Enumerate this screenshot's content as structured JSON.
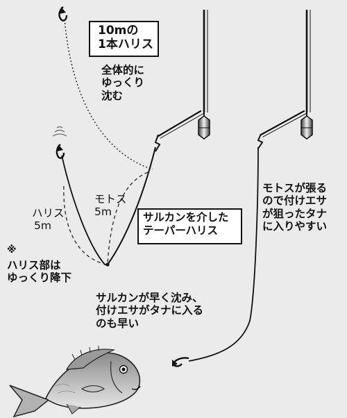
{
  "box_single_leader": [
    "10mの",
    "1本ハリス"
  ],
  "sink_note": [
    "全体的に",
    "ゆっくり",
    "沈む"
  ],
  "label_motos": [
    "モトス",
    "5m"
  ],
  "label_haris": [
    "ハリス",
    "5m"
  ],
  "note_mark": "※",
  "note_haris_slow": [
    "ハリス部は",
    "ゆっくり降下"
  ],
  "box_tapered": [
    "サルカンを介した",
    "テーパーハリス"
  ],
  "note_tension": [
    "モトスが張る",
    "ので付けエサ",
    "が狙ったタナ",
    "に入りやすい"
  ],
  "note_swivel": [
    "サルカンが早く沈み、",
    "付けエサがタナに入る",
    "のも早い"
  ]
}
